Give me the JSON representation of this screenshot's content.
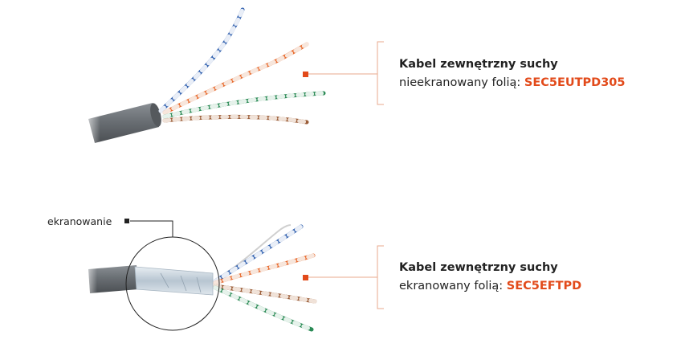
{
  "cables": [
    {
      "title": "Kabel zewnętrzny suchy",
      "description": "nieekranowany folią: ",
      "code": "SEC5EUTPD305"
    },
    {
      "title": "Kabel zewnętrzny suchy",
      "description": "ekranowany folią: ",
      "code": "SEC5EFTPD"
    }
  ],
  "shield_callout": {
    "label": "ekranowanie"
  },
  "colors": {
    "accent": "#e24a1a",
    "bracket": "#e9a88c",
    "jacket": "#6a6f74",
    "pair_blue": "#2f5fae",
    "pair_orange": "#e8692c",
    "pair_green": "#2a8a55",
    "pair_brown": "#9a5c37",
    "foil": "#c9d4dd"
  }
}
